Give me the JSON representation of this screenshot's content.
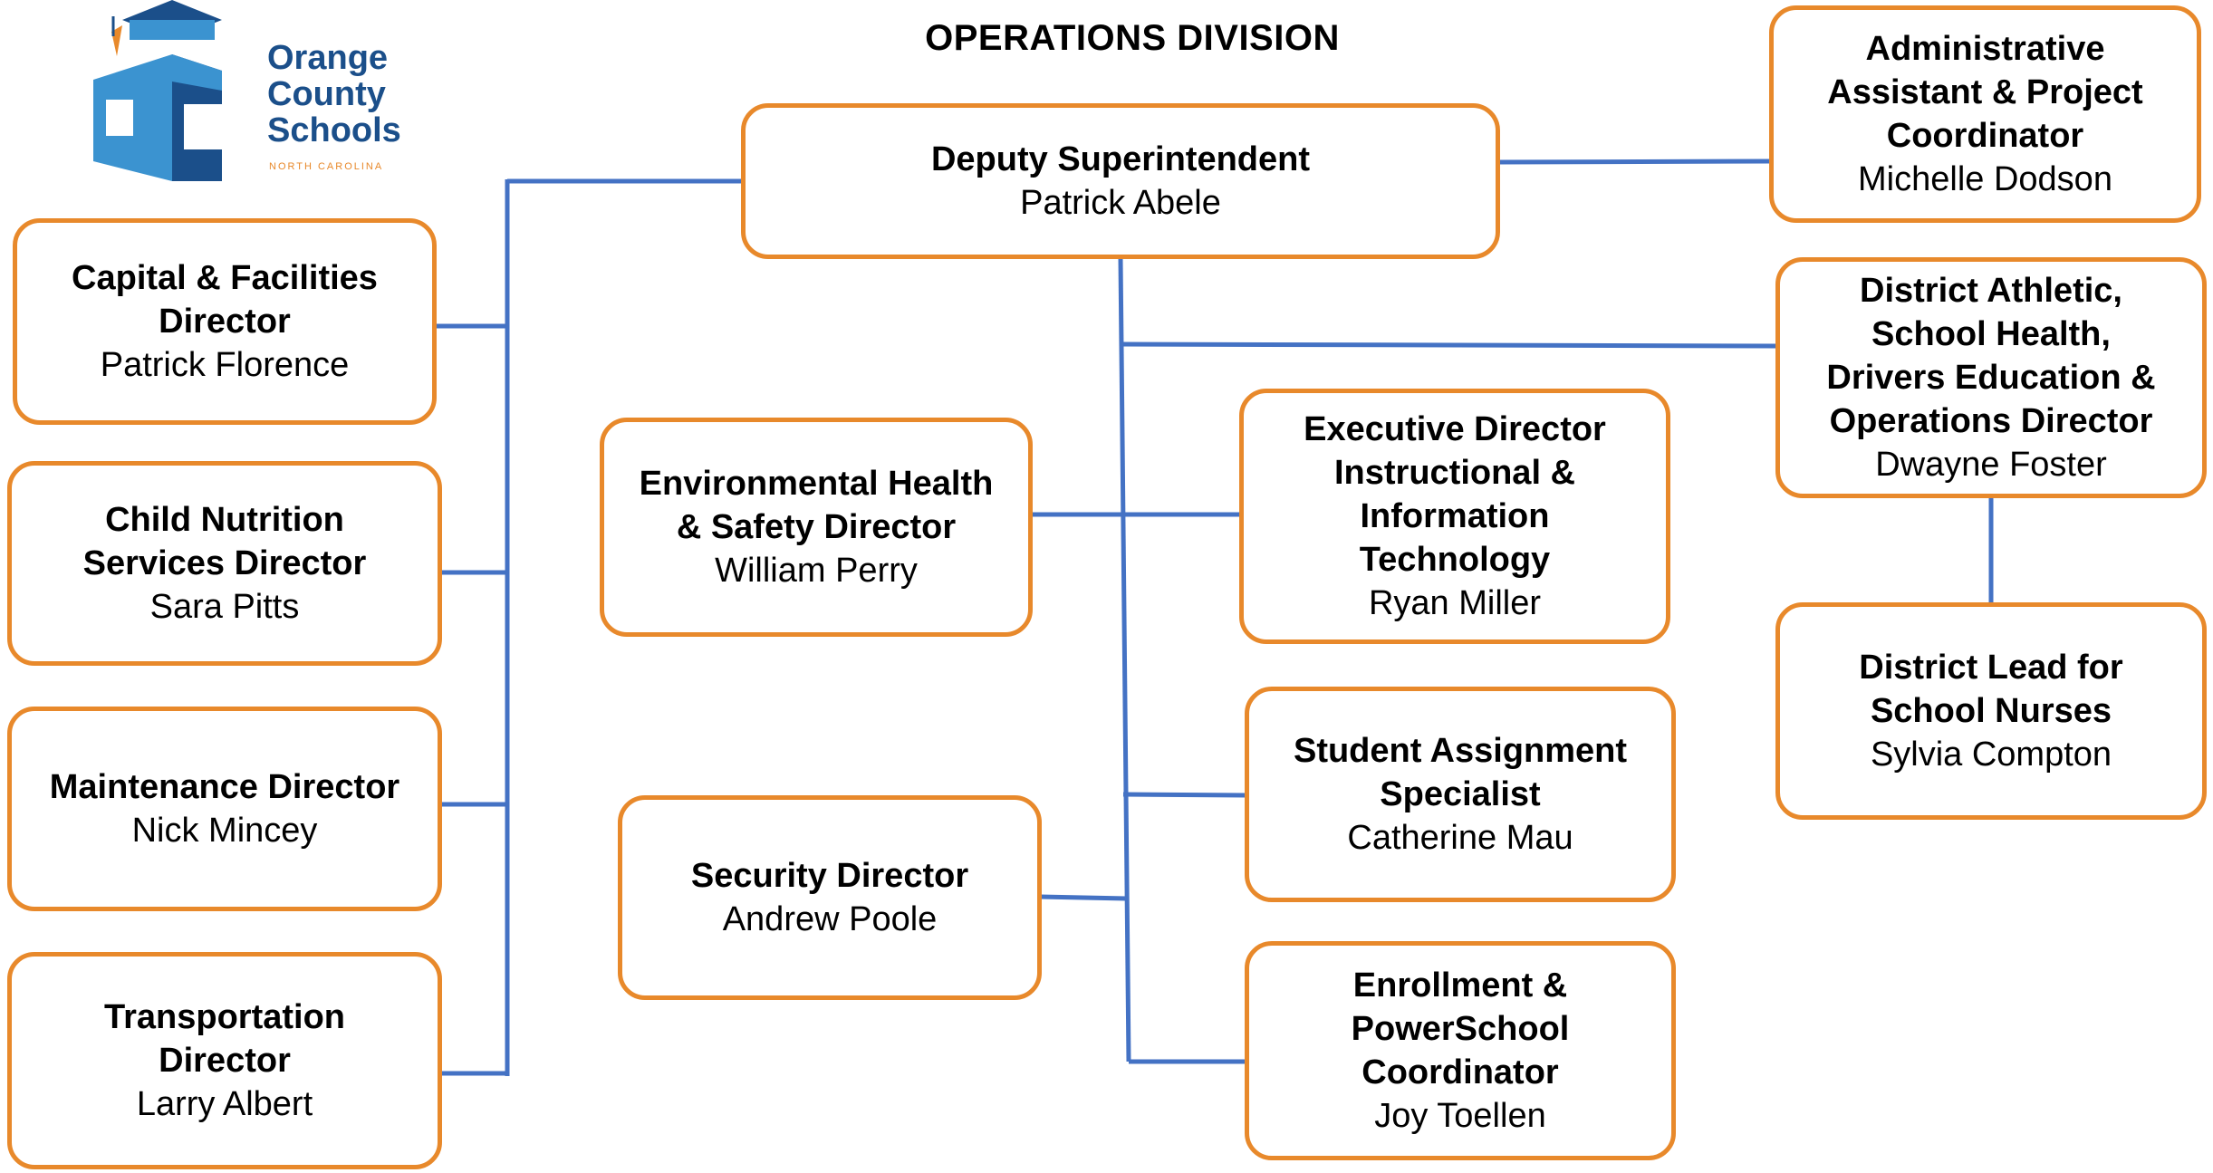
{
  "title": "OPERATIONS DIVISION",
  "logo": {
    "lines": [
      "Orange",
      "County",
      "Schools"
    ],
    "subtitle": "NORTH CAROLINA",
    "colors": {
      "blue": "#3b93d0",
      "navy": "#1b4f8a",
      "orange": "#e8892b"
    }
  },
  "colors": {
    "box_border": "#e8892b",
    "connector": "#4472c4"
  },
  "nodes": {
    "deputy": {
      "role": "Deputy Superintendent",
      "person": "Patrick Abele"
    },
    "admin": {
      "role": "Administrative\nAssistant & Project\nCoordinator",
      "person": "Michelle Dodson"
    },
    "capital": {
      "role": "Capital & Facilities\nDirector",
      "person": "Patrick Florence"
    },
    "nutrition": {
      "role": "Child Nutrition\nServices Director",
      "person": "Sara Pitts"
    },
    "maintenance": {
      "role": "Maintenance Director",
      "person": "Nick Mincey"
    },
    "transportation": {
      "role": "Transportation\nDirector",
      "person": "Larry Albert"
    },
    "env_health": {
      "role": "Environmental Health\n& Safety Director",
      "person": "William Perry"
    },
    "security": {
      "role": "Security Director",
      "person": "Andrew Poole"
    },
    "exec_it": {
      "role": "Executive Director\nInstructional &\nInformation\nTechnology",
      "person": "Ryan Miller"
    },
    "student_assign": {
      "role": "Student Assignment\nSpecialist",
      "person": "Catherine Mau"
    },
    "enrollment": {
      "role": "Enrollment &\nPowerSchool\nCoordinator",
      "person": "Joy Toellen"
    },
    "athletic": {
      "role": "District Athletic,\nSchool Health,\nDrivers Education &\nOperations Director",
      "person": "Dwayne Foster"
    },
    "nurses": {
      "role": "District Lead for\nSchool Nurses",
      "person": "Sylvia Compton"
    }
  }
}
